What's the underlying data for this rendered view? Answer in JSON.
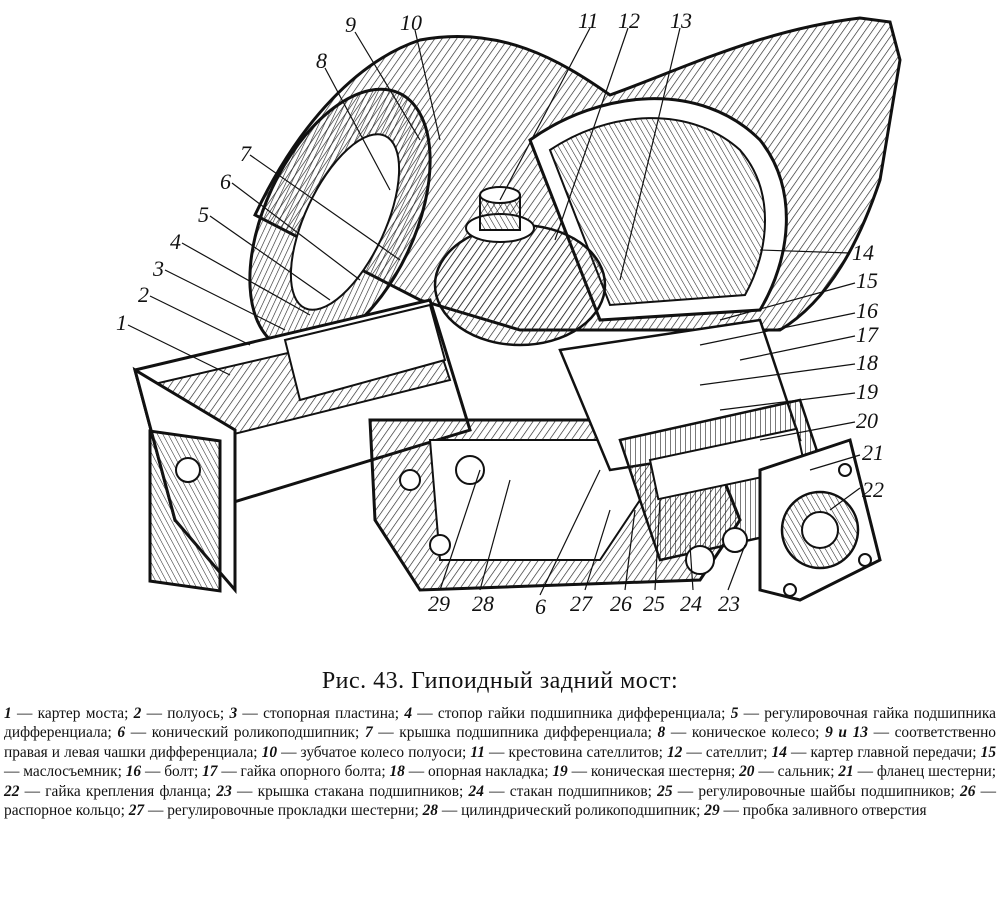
{
  "figure": {
    "caption_title": "Рис. 43. Гипоидный задний мост:",
    "callouts": [
      "1",
      "2",
      "3",
      "4",
      "5",
      "6",
      "7",
      "8",
      "9",
      "10",
      "11",
      "12",
      "13",
      "14",
      "15",
      "16",
      "17",
      "18",
      "19",
      "20",
      "21",
      "22",
      "23",
      "24",
      "25",
      "26",
      "27",
      "6",
      "28",
      "29"
    ]
  },
  "legend": [
    {
      "num": "1",
      "text": "— картер моста;"
    },
    {
      "num": "2",
      "text": "— полуось;"
    },
    {
      "num": "3",
      "text": "— стопорная пластина;"
    },
    {
      "num": "4",
      "text": "— стопор гайки подшипника дифференциала;"
    },
    {
      "num": "5",
      "text": "— регулировочная гайка подшипника дифференциала;"
    },
    {
      "num": "6",
      "text": "— конический роликоподшипник;"
    },
    {
      "num": "7",
      "text": "— крышка подшипника дифференциала;"
    },
    {
      "num": "8",
      "text": "— коническое колесо;"
    },
    {
      "num": "9 и 13",
      "text": "— соответственно правая и левая чашки дифференциала;"
    },
    {
      "num": "10",
      "text": "— зубчатое колесо полуоси;"
    },
    {
      "num": "11",
      "text": "— крестовина сателлитов;"
    },
    {
      "num": "12",
      "text": "— сателлит;"
    },
    {
      "num": "14",
      "text": "— картер главной передачи;"
    },
    {
      "num": "15",
      "text": "— маслосъемник;"
    },
    {
      "num": "16",
      "text": "— болт;"
    },
    {
      "num": "17",
      "text": "— гайка опорного болта;"
    },
    {
      "num": "18",
      "text": "— опорная накладка;"
    },
    {
      "num": "19",
      "text": "— коническая шестерня;"
    },
    {
      "num": "20",
      "text": "— сальник;"
    },
    {
      "num": "21",
      "text": "— фланец шестерни;"
    },
    {
      "num": "22",
      "text": "— гайка крепления фланца;"
    },
    {
      "num": "23",
      "text": "— крышка стакана подшипников;"
    },
    {
      "num": "24",
      "text": "— стакан подшипников;"
    },
    {
      "num": "25",
      "text": "— регулировочные шайбы подшипников;"
    },
    {
      "num": "26",
      "text": "— распорное кольцо;"
    },
    {
      "num": "27",
      "text": "— регулировочные прокладки шестерни;"
    },
    {
      "num": "28",
      "text": "— цилиндрический роликоподшипник;"
    },
    {
      "num": "29",
      "text": "— пробка заливного отверстия"
    }
  ]
}
